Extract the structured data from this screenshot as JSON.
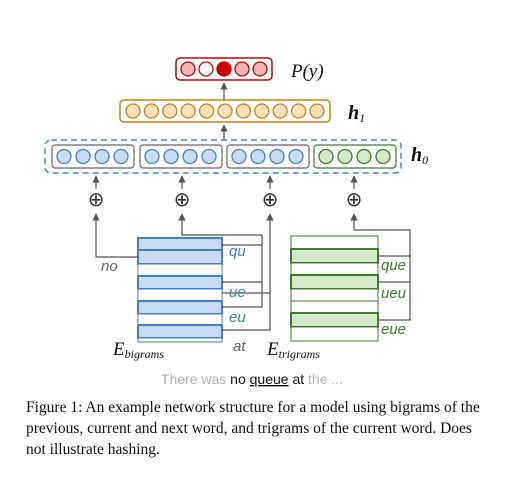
{
  "colors": {
    "output": "#cc0000",
    "output_fill": "#f4b6b6",
    "output_active": "#cc0000",
    "hidden1": "#d47f0c",
    "hidden1_fill": "#fbe0bd",
    "hidden0_border": "#4a86d6",
    "bigram": "#3f7fd6",
    "bigram_fill": "#c9dbf5",
    "trigram": "#3d7d2a",
    "trigram_fill": "#d4e8cb",
    "text_blue": "#3f7fd6",
    "text_green": "#3d7d2a",
    "text_gray": "#666666",
    "faded": "#b0b0b0"
  },
  "labels": {
    "output": "P(y)",
    "h1_main": "h",
    "h1_sub": "1",
    "h0_main": "h",
    "h0_sub": "0",
    "e_big_main": "E",
    "e_big_sub": "bigrams",
    "e_tri_main": "E",
    "e_tri_sub": "trigrams",
    "plus": "⊕"
  },
  "bigram_tags": [
    {
      "text": "qu",
      "color": "blue"
    },
    {
      "text": "ue",
      "color": "blue"
    },
    {
      "text": "eu",
      "color": "blue"
    },
    {
      "text": "no",
      "color": "gray"
    },
    {
      "text": "at",
      "color": "gray"
    }
  ],
  "trigram_tags": [
    "que",
    "ueu",
    "eue"
  ],
  "sentence": {
    "w1": "There was",
    "w2": "no",
    "w3": "queue",
    "w4": "at",
    "w5": "the ..."
  },
  "caption": "Figure 1: An example network structure for a model using bigrams of the previous, current and next word, and trigrams of the current word. Does not illustrate hashing."
}
